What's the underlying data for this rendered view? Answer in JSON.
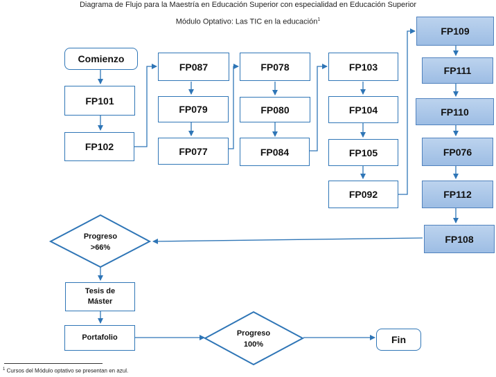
{
  "title": "Diagrama de Flujo para la Maestría en Educación Superior con especialidad en Educación Superior",
  "subtitle": "Módulo Optativo: Las TIC en la educación",
  "subtitle_sup": "1",
  "nodes": {
    "start": "Comienzo",
    "fp101": "FP101",
    "fp102": "FP102",
    "fp087": "FP087",
    "fp079": "FP079",
    "fp077": "FP077",
    "fp078": "FP078",
    "fp080": "FP080",
    "fp084": "FP084",
    "fp103": "FP103",
    "fp104": "FP104",
    "fp105": "FP105",
    "fp092": "FP092",
    "fp109": "FP109",
    "fp111": "FP111",
    "fp110": "FP110",
    "fp076": "FP076",
    "fp112": "FP112",
    "fp108": "FP108",
    "progress66_line1": "Progreso",
    "progress66_line2": ">66%",
    "thesis_line1": "Tesis de",
    "thesis_line2": "Máster",
    "portfolio": "Portafolio",
    "progress100_line1": "Progreso",
    "progress100_line2": "100%",
    "end": "Fin"
  },
  "footnote_sup": "1",
  "footnote": "Cursos del Módulo optativo se presentan en azul.",
  "colors": {
    "line": "#2e75b6",
    "optional_fill": "#a9c4e8",
    "border": "#2e75b6"
  }
}
